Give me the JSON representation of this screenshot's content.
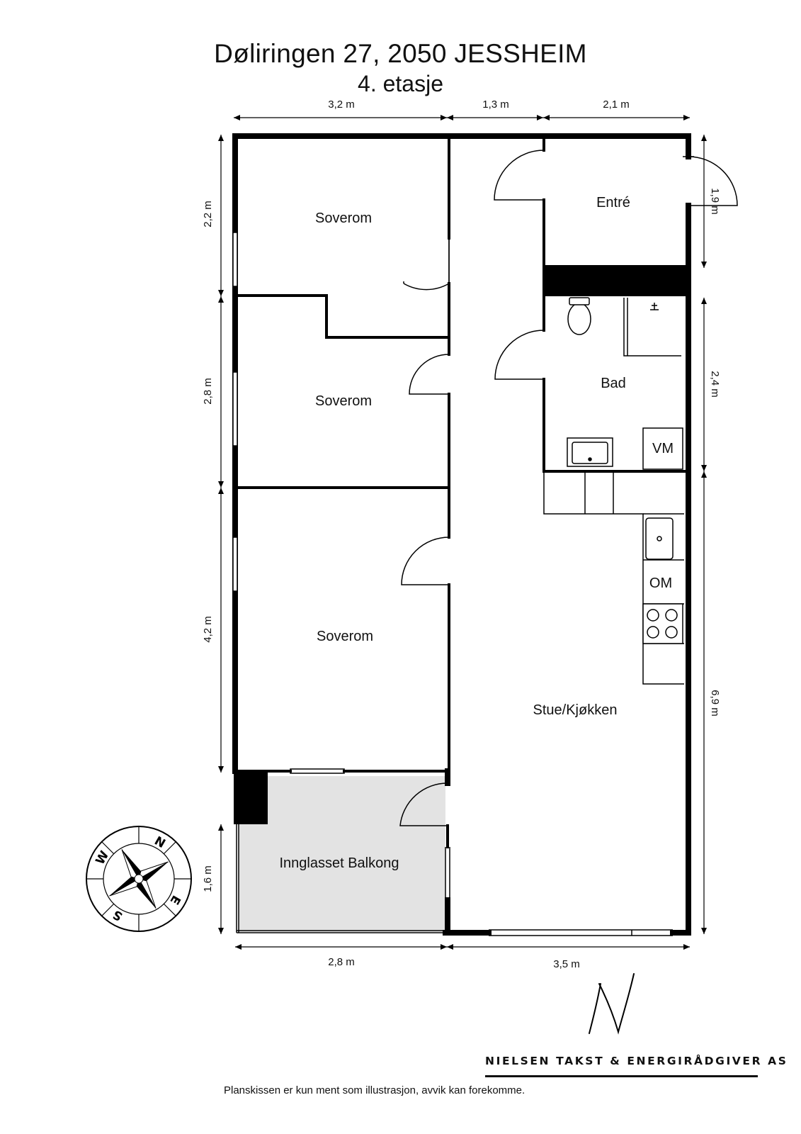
{
  "header": {
    "address": "Døliringen 27, 2050 JESSHEIM",
    "floor": "4. etasje"
  },
  "rooms": {
    "bedroom_1": "Soverom",
    "bedroom_2": "Soverom",
    "bedroom_3": "Soverom",
    "entry": "Entré",
    "bathroom": "Bad",
    "washer": "VM",
    "living_kitchen": "Stue/Kjøkken",
    "oven": "OM",
    "balcony": "Innglasset Balkong"
  },
  "dimensions": {
    "top_left": "3,2 m",
    "top_middle": "1,3 m",
    "top_right": "2,1 m",
    "left_1": "2,2 m",
    "left_2": "2,8 m",
    "left_3": "4,2 m",
    "left_4": "1,6 m",
    "right_1": "1,9 m",
    "right_2": "2,4 m",
    "right_3": "6,9 m",
    "bottom_left": "2,8 m",
    "bottom_right": "3,5 m"
  },
  "compass": {
    "n": "N",
    "e": "E",
    "s": "S",
    "w": "W"
  },
  "footer": {
    "logo_letter": "N",
    "company": "NIELSEN TAKST & ENERGIRÅDGIVER AS",
    "disclaimer": "Planskissen er kun ment som illustrasjon, avvik kan forekomme."
  },
  "colors": {
    "wall": "#000000",
    "balcony_fill": "#e3e3e3",
    "background": "#ffffff"
  }
}
